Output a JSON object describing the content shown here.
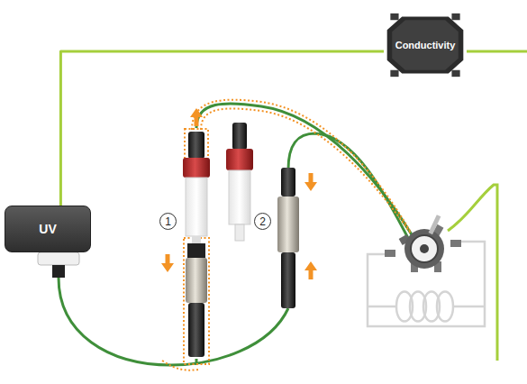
{
  "diagram": {
    "nodes": [
      {
        "text": [
          "Conductivity"
        ]
      },
      {
        "text": [
          "UV"
        ]
      },
      {
        "text": [
          "1"
        ]
      },
      {
        "text": [
          "2"
        ]
      }
    ],
    "edges": [
      {
        "from": 1,
        "to": 0,
        "arrow": "none"
      }
    ]
  }
}
